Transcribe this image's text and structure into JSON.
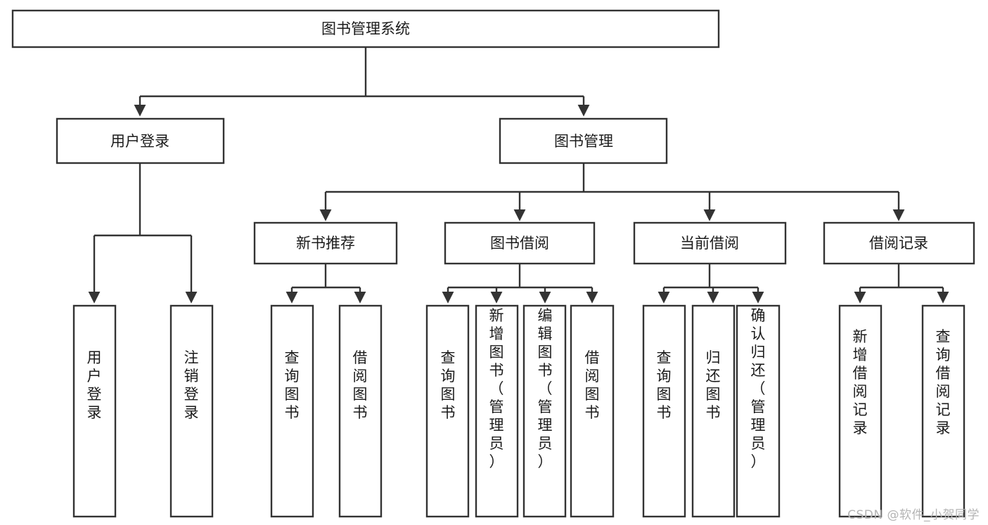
{
  "diagram": {
    "title": "图书管理系统",
    "type": "hierarchy-tree",
    "orientation": "top-down",
    "levels": 4,
    "root": {
      "id": "root",
      "label": "图书管理系统",
      "orientation": "horizontal"
    },
    "level2": [
      {
        "id": "user-login",
        "label": "用户登录",
        "orientation": "horizontal"
      },
      {
        "id": "book-management",
        "label": "图书管理",
        "orientation": "horizontal"
      }
    ],
    "level3": [
      {
        "id": "new-book-recommend",
        "label": "新书推荐",
        "orientation": "horizontal",
        "parent": "book-management"
      },
      {
        "id": "book-borrow",
        "label": "图书借阅",
        "orientation": "horizontal",
        "parent": "book-management"
      },
      {
        "id": "current-borrow",
        "label": "当前借阅",
        "orientation": "horizontal",
        "parent": "book-management"
      },
      {
        "id": "borrow-record",
        "label": "借阅记录",
        "orientation": "horizontal",
        "parent": "book-management"
      }
    ],
    "leaves": [
      {
        "id": "leaf-user-login",
        "label": "用户登录",
        "orientation": "vertical",
        "parent": "user-login"
      },
      {
        "id": "leaf-logout-login",
        "label": "注销登录",
        "orientation": "vertical",
        "parent": "user-login"
      },
      {
        "id": "leaf-query-book-1",
        "label": "查询图书",
        "orientation": "vertical",
        "parent": "new-book-recommend"
      },
      {
        "id": "leaf-borrow-book-1",
        "label": "借阅图书",
        "orientation": "vertical",
        "parent": "new-book-recommend"
      },
      {
        "id": "leaf-query-book-2",
        "label": "查询图书",
        "orientation": "vertical",
        "parent": "book-borrow"
      },
      {
        "id": "leaf-add-book",
        "label": "新增图书（管理员）",
        "orientation": "vertical",
        "parent": "book-borrow"
      },
      {
        "id": "leaf-edit-book",
        "label": "编辑图书（管理员）",
        "orientation": "vertical",
        "parent": "book-borrow"
      },
      {
        "id": "leaf-borrow-book-2",
        "label": "借阅图书",
        "orientation": "vertical",
        "parent": "book-borrow"
      },
      {
        "id": "leaf-query-book-3",
        "label": "查询图书",
        "orientation": "vertical",
        "parent": "current-borrow"
      },
      {
        "id": "leaf-return-book",
        "label": "归还图书",
        "orientation": "vertical",
        "parent": "current-borrow"
      },
      {
        "id": "leaf-confirm-return",
        "label": "确认归还（管理员）",
        "orientation": "vertical",
        "parent": "current-borrow"
      },
      {
        "id": "leaf-add-record",
        "label": "新增借阅记录",
        "orientation": "vertical",
        "parent": "borrow-record"
      },
      {
        "id": "leaf-query-record",
        "label": "查询借阅记录",
        "orientation": "vertical",
        "parent": "borrow-record"
      }
    ],
    "colors": {
      "box_fill": "#ffffff",
      "box_stroke": "#333333",
      "text": "#1b1b1b",
      "background": "#ffffff",
      "watermark": "#b4b4b4"
    }
  },
  "watermark": {
    "label": "CSDN @软件_小贺同学"
  }
}
